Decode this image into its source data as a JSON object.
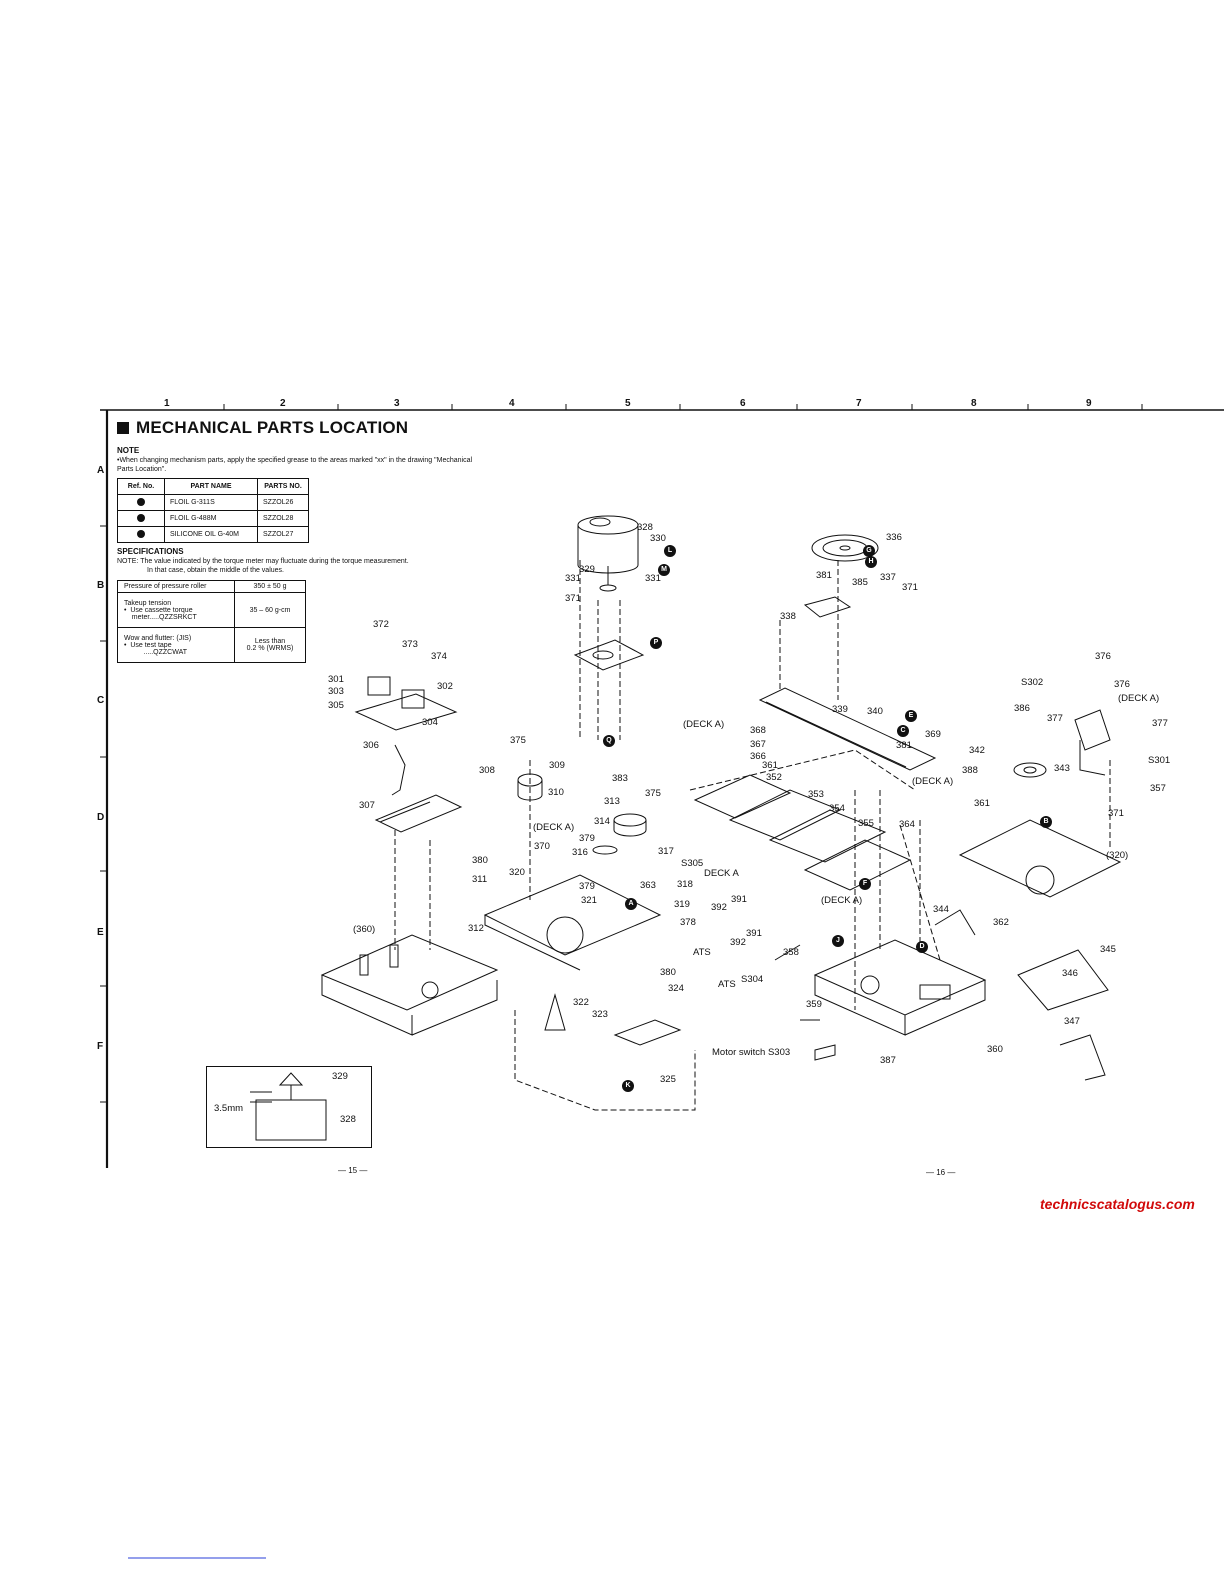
{
  "title": "MECHANICAL PARTS LOCATION",
  "note": {
    "heading": "NOTE",
    "text": "•When changing mechanism parts, apply the specified grease to the areas marked \"xx\" in the drawing \"Mechanical Parts Location\"."
  },
  "grease_table": {
    "headers": [
      "Ref. No.",
      "PART NAME",
      "PARTS NO."
    ],
    "rows": [
      {
        "name": "FLOIL G-311S",
        "part": "SZZOL26"
      },
      {
        "name": "FLOIL G-488M",
        "part": "SZZOL28"
      },
      {
        "name": "SILICONE OIL G-40M",
        "part": "SZZOL27"
      }
    ]
  },
  "specs": {
    "heading": "SPECIFICATIONS",
    "note1": "NOTE: The value indicated by the torque meter may fluctuate during the torque measurement.",
    "note2": "In that case, obtain the middle of the values.",
    "rows": [
      {
        "item": "Pressure of pressure roller",
        "value": "350 ± 50 g"
      },
      {
        "item": "Takeup tension\n•  Use cassette torque\n    meter.....QZZSRKCT",
        "value": "35 – 60 g-cm"
      },
      {
        "item": "Wow and flutter: (JIS)\n•  Use test tape\n          .....QZZCWAT",
        "value": "Less than\n0.2 % (WRMS)"
      }
    ]
  },
  "grid": {
    "columns": [
      "1",
      "2",
      "3",
      "4",
      "5",
      "6",
      "7",
      "8",
      "9"
    ],
    "rows": [
      "A",
      "B",
      "C",
      "D",
      "E",
      "F"
    ]
  },
  "page_numbers": [
    "— 15 —",
    "— 16 —"
  ],
  "watermark": "technicscatalogus.com",
  "inset": {
    "dimension": "3.5mm",
    "label_top": "329",
    "label_bottom": "328"
  },
  "callout_letters": [
    "L",
    "M",
    "P",
    "Q",
    "G",
    "H",
    "E",
    "C",
    "F",
    "A",
    "B",
    "D",
    "J",
    "K"
  ],
  "part_labels": [
    "328",
    "330",
    "329",
    "331",
    "331",
    "371",
    "336",
    "381",
    "385",
    "337",
    "371",
    "338",
    "372",
    "373",
    "374",
    "301",
    "303",
    "302",
    "305",
    "304",
    "306",
    "375",
    "309",
    "308",
    "310",
    "383",
    "313",
    "375",
    "314",
    "307",
    "379",
    "316",
    "317",
    "(DECK A)",
    "370",
    "380",
    "311",
    "320",
    "379",
    "363",
    "318",
    "321",
    "319",
    "378",
    "S305",
    "DECK A",
    "392",
    "391",
    "391",
    "392",
    "ATS",
    "ATS",
    "S304",
    "(360)",
    "312",
    "322",
    "323",
    "380",
    "324",
    "325",
    "Motor switch S303",
    "387",
    "359",
    "358",
    "360",
    "(DECK A)",
    "368",
    "367",
    "366",
    "361",
    "352",
    "339",
    "340",
    "381",
    "369",
    "(DECK A)",
    "353",
    "354",
    "355",
    "364",
    "(DECK A)",
    "376",
    "S302",
    "376",
    "(DECK A)",
    "386",
    "377",
    "377",
    "S301",
    "342",
    "343",
    "388",
    "357",
    "361",
    "371",
    "(320)",
    "344",
    "362",
    "345",
    "346",
    "347"
  ]
}
